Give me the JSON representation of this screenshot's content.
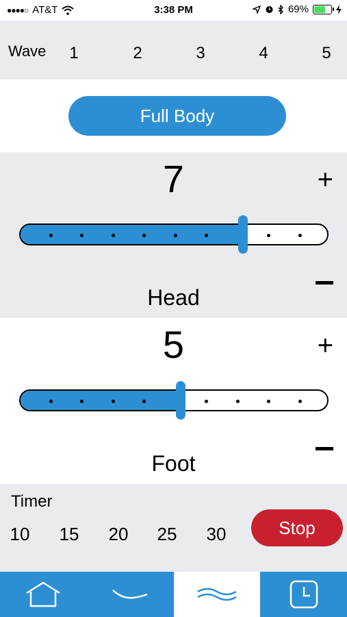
{
  "status_bar": {
    "carrier": "AT&T",
    "time": "3:38 PM",
    "battery_percent": "69%",
    "battery_level": 0.69
  },
  "wave": {
    "label": "Wave",
    "options": [
      "1",
      "2",
      "3",
      "4",
      "5"
    ]
  },
  "full_body_button": "Full Body",
  "head": {
    "value": "7",
    "name": "Head",
    "level": 7,
    "max": 10
  },
  "foot": {
    "value": "5",
    "name": "Foot",
    "level": 5,
    "max": 10
  },
  "timer": {
    "label": "Timer",
    "options": [
      "10",
      "15",
      "20",
      "25",
      "30"
    ],
    "stop_label": "Stop"
  },
  "colors": {
    "accent": "#2d8fd3",
    "stop": "#c8202f",
    "panel": "#e9ebee"
  },
  "tabs": [
    {
      "icon": "home-icon",
      "active": false
    },
    {
      "icon": "bed-tilt-icon",
      "active": false
    },
    {
      "icon": "wave-icon",
      "active": true
    },
    {
      "icon": "clock-icon",
      "active": false
    }
  ]
}
